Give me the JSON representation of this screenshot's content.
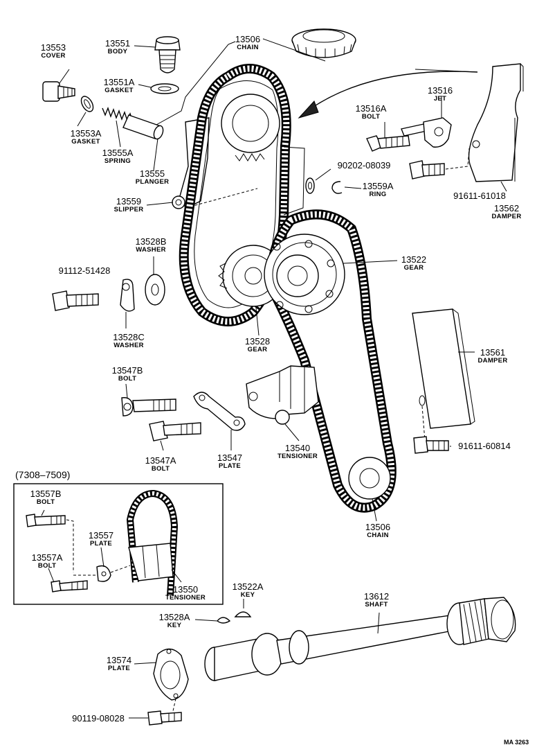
{
  "parts": [
    {
      "id": "13553",
      "name": "COVER"
    },
    {
      "id": "13551",
      "name": "BODY"
    },
    {
      "id": "13506",
      "name": "CHAIN"
    },
    {
      "id": "13551A",
      "name": "GASKET"
    },
    {
      "id": "13553A",
      "name": "GASKET"
    },
    {
      "id": "13555A",
      "name": "SPRING"
    },
    {
      "id": "13555",
      "name": "PLANGER"
    },
    {
      "id": "13516",
      "name": "JET"
    },
    {
      "id": "13516A",
      "name": "BOLT"
    },
    {
      "id": "90202-08039",
      "name": ""
    },
    {
      "id": "13559A",
      "name": "RING"
    },
    {
      "id": "91611-61018",
      "name": ""
    },
    {
      "id": "13562",
      "name": "DAMPER"
    },
    {
      "id": "13559",
      "name": "SLIPPER"
    },
    {
      "id": "13528B",
      "name": "WASHER"
    },
    {
      "id": "13522",
      "name": "GEAR"
    },
    {
      "id": "91112-51428",
      "name": ""
    },
    {
      "id": "13528C",
      "name": "WASHER"
    },
    {
      "id": "13528",
      "name": "GEAR"
    },
    {
      "id": "13561",
      "name": "DAMPER"
    },
    {
      "id": "13547B",
      "name": "BOLT"
    },
    {
      "id": "13540",
      "name": "TENSIONER"
    },
    {
      "id": "91611-60814",
      "name": ""
    },
    {
      "id": "13547A",
      "name": "BOLT"
    },
    {
      "id": "13547",
      "name": "PLATE"
    },
    {
      "id": "13506",
      "name": "CHAIN"
    },
    {
      "id": "13557B",
      "name": "BOLT"
    },
    {
      "id": "13557",
      "name": "PLATE"
    },
    {
      "id": "13557A",
      "name": "BOLT"
    },
    {
      "id": "13550",
      "name": "TENSIONER"
    },
    {
      "id": "13522A",
      "name": "KEY"
    },
    {
      "id": "13612",
      "name": "SHAFT"
    },
    {
      "id": "13528A",
      "name": "KEY"
    },
    {
      "id": "13574",
      "name": "PLATE"
    },
    {
      "id": "90119-08028",
      "name": ""
    }
  ],
  "inset": {
    "title": "(7308–7509)"
  },
  "footer": {
    "code": "MA 3263"
  }
}
